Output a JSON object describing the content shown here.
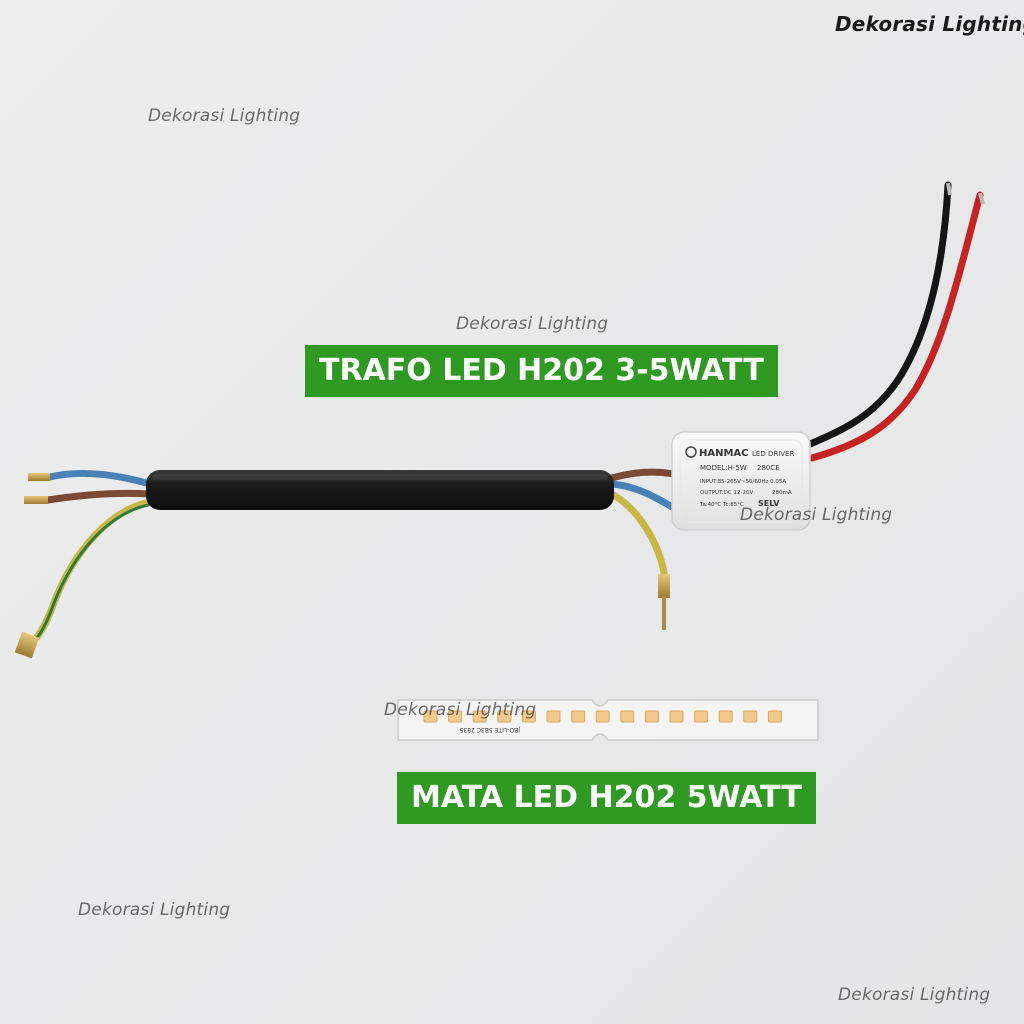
{
  "watermarks": {
    "top_right": "Dekorasi Lighting",
    "top_left": "Dekorasi Lighting",
    "center": "Dekorasi Lighting",
    "driver": "Dekorasi Lighting",
    "strip": "Dekorasi Lighting",
    "bottom_left": "Dekorasi Lighting",
    "bottom_right": "Dekorasi Lighting"
  },
  "labels": {
    "driver_label": "TRAFO LED H202 3-5WATT",
    "strip_label": "MATA LED H202 5WATT"
  },
  "driver": {
    "brand": "HANMAC",
    "type": "LED DRIVER",
    "model": "MODEL:H-5W",
    "current": "280CE",
    "input": "INPUT:85-265V~50/60Hz 0.05A",
    "output": "OUTPUT:DC 12-20V",
    "output_current": "280mA",
    "temps": "Ta:40°C Tc:85°C",
    "selv": "SELV"
  },
  "strip": {
    "print": "JBO-LITE 5B3C 2835"
  },
  "colors": {
    "label_green": "#2e9a21",
    "background": "#e9eaeb",
    "led": "#f2c98a"
  }
}
